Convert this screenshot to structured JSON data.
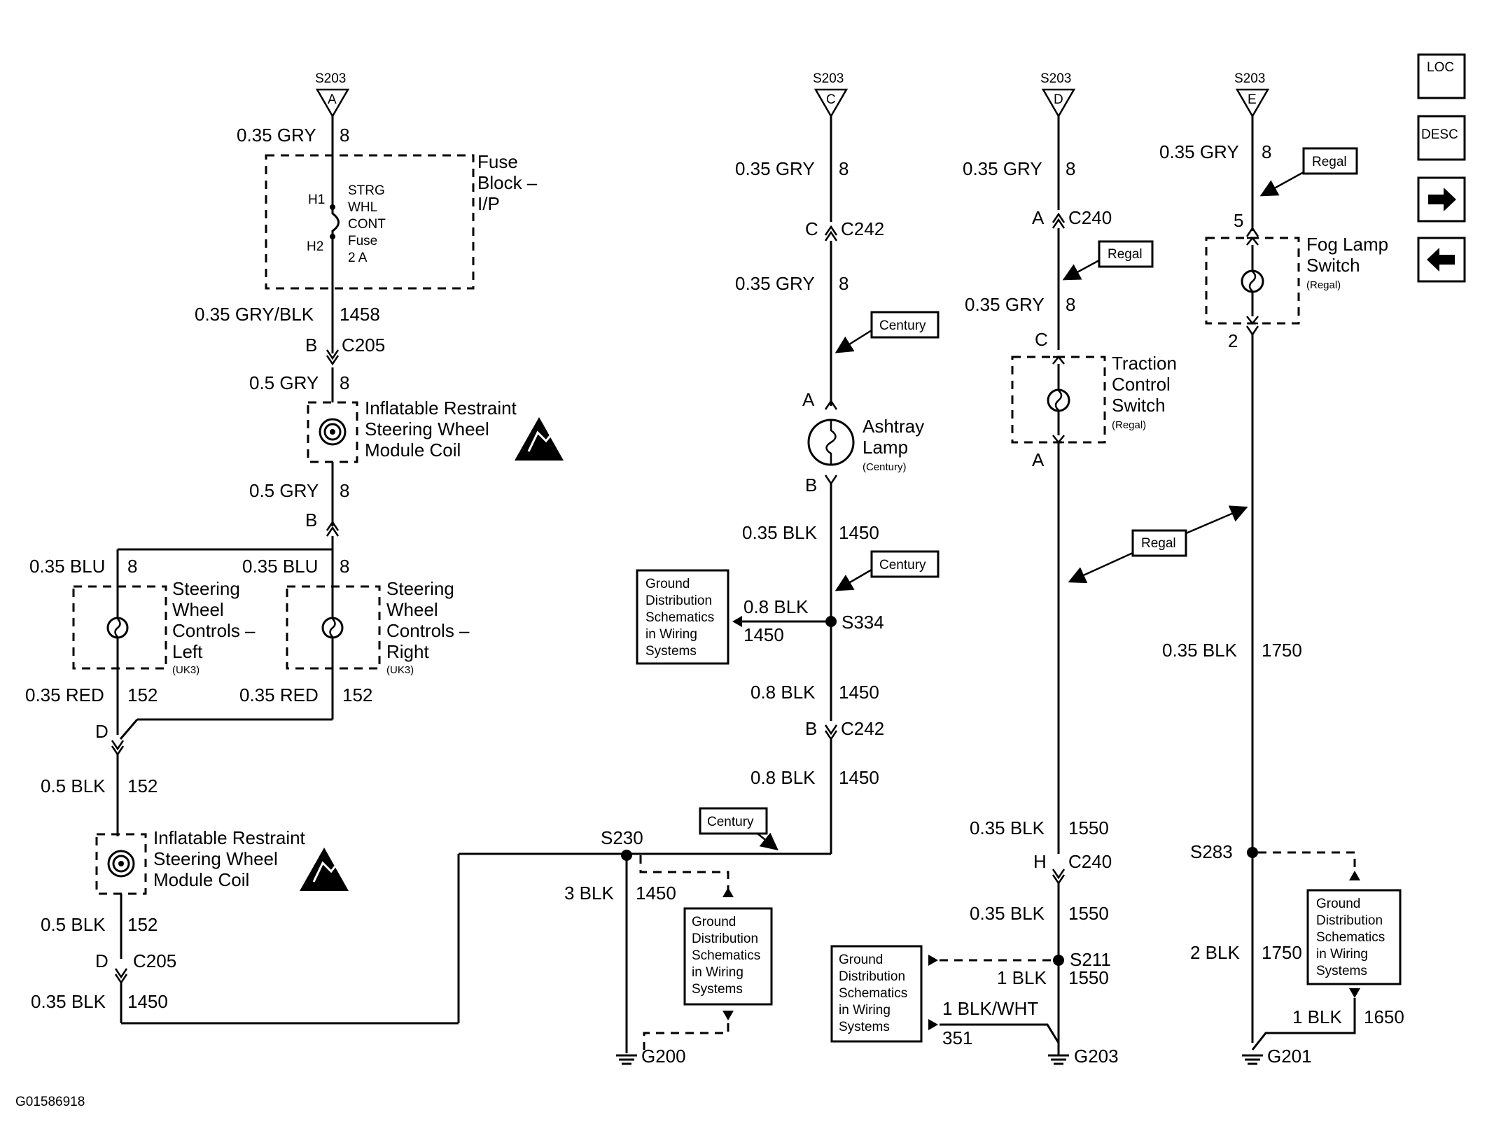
{
  "figure_id": "G01586918",
  "nav": {
    "loc": "LOC",
    "desc": "DESC",
    "forward": "→",
    "back": "←"
  },
  "splice_pack": {
    "s203": "S203",
    "pins": [
      "A",
      "C",
      "D",
      "E"
    ]
  },
  "circuit_a": {
    "w1": "0.35 GRY",
    "w1_num": "8",
    "fuse_block": [
      "Fuse",
      "Block –",
      "I/P"
    ],
    "fuse_h1": "H1",
    "fuse_h2": "H2",
    "fuse_name": [
      "STRG",
      "WHL",
      "CONT",
      "Fuse",
      "2 A"
    ],
    "w2": "0.35 GRY/BLK",
    "w2_num": "1458",
    "c205_pin_b": "B",
    "c205": "C205",
    "w3": "0.5 GRY",
    "w3_num": "8",
    "coil_upper": [
      "Inflatable Restraint",
      "Steering Wheel",
      "Module Coil"
    ],
    "w4": "0.5 GRY",
    "w4_num": "8",
    "coil_pin_b": "B",
    "left_w": "0.35 BLU",
    "left_num": "8",
    "right_w": "0.35 BLU",
    "right_num": "8",
    "left_switch": [
      "Steering",
      "Wheel",
      "Controls –",
      "Left"
    ],
    "right_switch": [
      "Steering",
      "Wheel",
      "Controls –",
      "Right"
    ],
    "uk3": "(UK3)",
    "red_left": "0.35 RED",
    "red_left_num": "152",
    "red_right": "0.35 RED",
    "red_right_num": "152",
    "coil_pin_d": "D",
    "w5": "0.5 BLK",
    "w5_num": "152",
    "coil_lower": [
      "Inflatable Restraint",
      "Steering Wheel",
      "Module Coil"
    ],
    "w6": "0.5 BLK",
    "w6_num": "152",
    "c205_pin_d": "D",
    "c205_b": "C205",
    "w7": "0.35 BLK",
    "w7_num": "1450"
  },
  "circuit_c": {
    "w1": "0.35 GRY",
    "w1_num": "8",
    "c242_pin_c": "C",
    "c242": "C242",
    "w2": "0.35 GRY",
    "w2_num": "8",
    "century_tag": "Century",
    "lamp_pin_a": "A",
    "lamp_pin_b": "B",
    "lamp_name": [
      "Ashtray",
      "Lamp"
    ],
    "lamp_note": "(Century)",
    "w3": "0.35 BLK",
    "w3_num": "1450",
    "century_tag2": "Century",
    "ground_ref": [
      "Ground",
      "Distribution",
      "Schematics",
      "in Wiring",
      "Systems"
    ],
    "branch_w": "0.8 BLK",
    "branch_num": "1450",
    "s334": "S334",
    "w4": "0.8 BLK",
    "w4_num": "1450",
    "c242_pin_b": "B",
    "c242_b": "C242",
    "w5": "0.8 BLK",
    "w5_num": "1450",
    "century_tag3": "Century",
    "s230": "S230",
    "w6": "3 BLK",
    "w6_num": "1450",
    "ground_ref2": [
      "Ground",
      "Distribution",
      "Schematics",
      "in Wiring",
      "Systems"
    ],
    "g200": "G200"
  },
  "circuit_d": {
    "w1": "0.35 GRY",
    "w1_num": "8",
    "c240_pin_a": "A",
    "c240": "C240",
    "regal_tag": "Regal",
    "w2": "0.35 GRY",
    "w2_num": "8",
    "sw_pin_c": "C",
    "sw_pin_a": "A",
    "switch_name": [
      "Traction",
      "Control",
      "Switch"
    ],
    "switch_note": "(Regal)",
    "regal_tag2": "Regal",
    "w3": "0.35 BLK",
    "w3_num": "1550",
    "c240_pin_h": "H",
    "c240_b": "C240",
    "w4": "0.35 BLK",
    "w4_num": "1550",
    "ground_ref": [
      "Ground",
      "Distribution",
      "Schematics",
      "in Wiring",
      "Systems"
    ],
    "s211": "S211",
    "w5": "1 BLK",
    "w5_num": "1550",
    "w6": "1 BLK/WHT",
    "w6_num": "351",
    "g203": "G203"
  },
  "circuit_e": {
    "w1": "0.35 GRY",
    "w1_num": "8",
    "regal_tag": "Regal",
    "sw_pin_5": "5",
    "sw_pin_2": "2",
    "switch_name": [
      "Fog Lamp",
      "Switch"
    ],
    "switch_note": "(Regal)",
    "w2": "0.35 BLK",
    "w2_num": "1750",
    "s283": "S283",
    "w3": "2 BLK",
    "w3_num": "1750",
    "ground_ref": [
      "Ground",
      "Distribution",
      "Schematics",
      "in Wiring",
      "Systems"
    ],
    "w4": "1 BLK",
    "w4_num": "1650",
    "g201": "G201"
  }
}
